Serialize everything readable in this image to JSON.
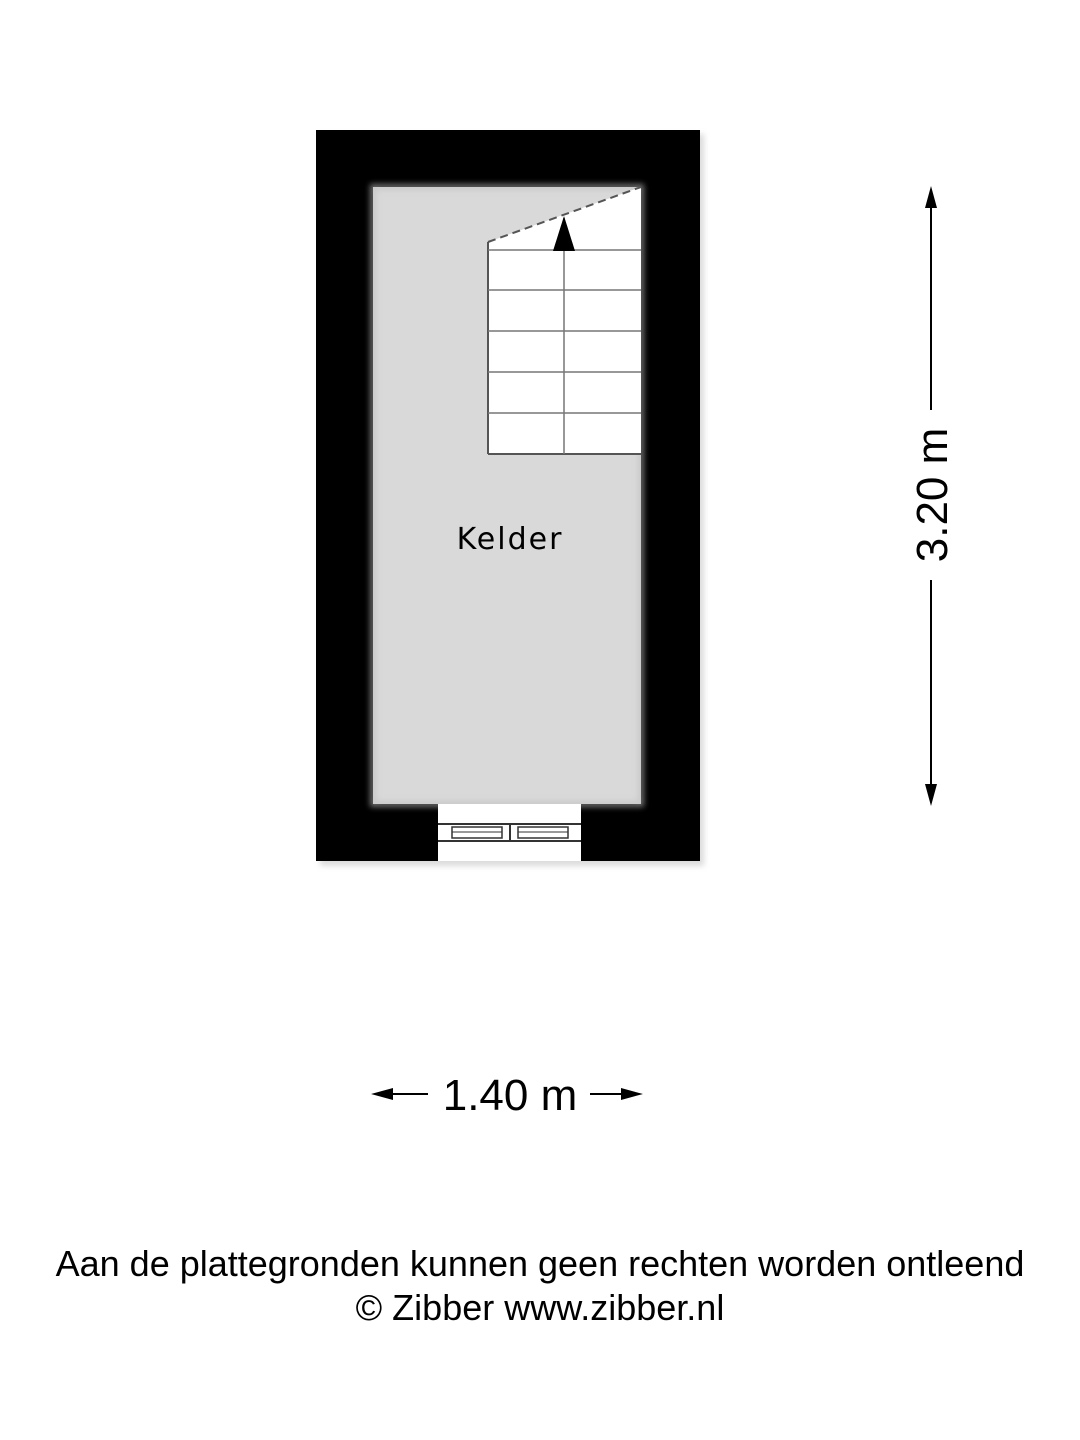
{
  "floorplan": {
    "room_label": "Kelder",
    "dimension_height": "3.20 m",
    "dimension_width": "1.40 m",
    "stair_direction": "up",
    "colors": {
      "wall": "#000000",
      "floor": "#d9d9d9",
      "stair": "#ffffff",
      "stair_lines": "#555555"
    }
  },
  "footer": {
    "disclaimer": "Aan de plattegronden kunnen geen rechten worden ontleend",
    "copyright": "© Zibber www.zibber.nl"
  }
}
